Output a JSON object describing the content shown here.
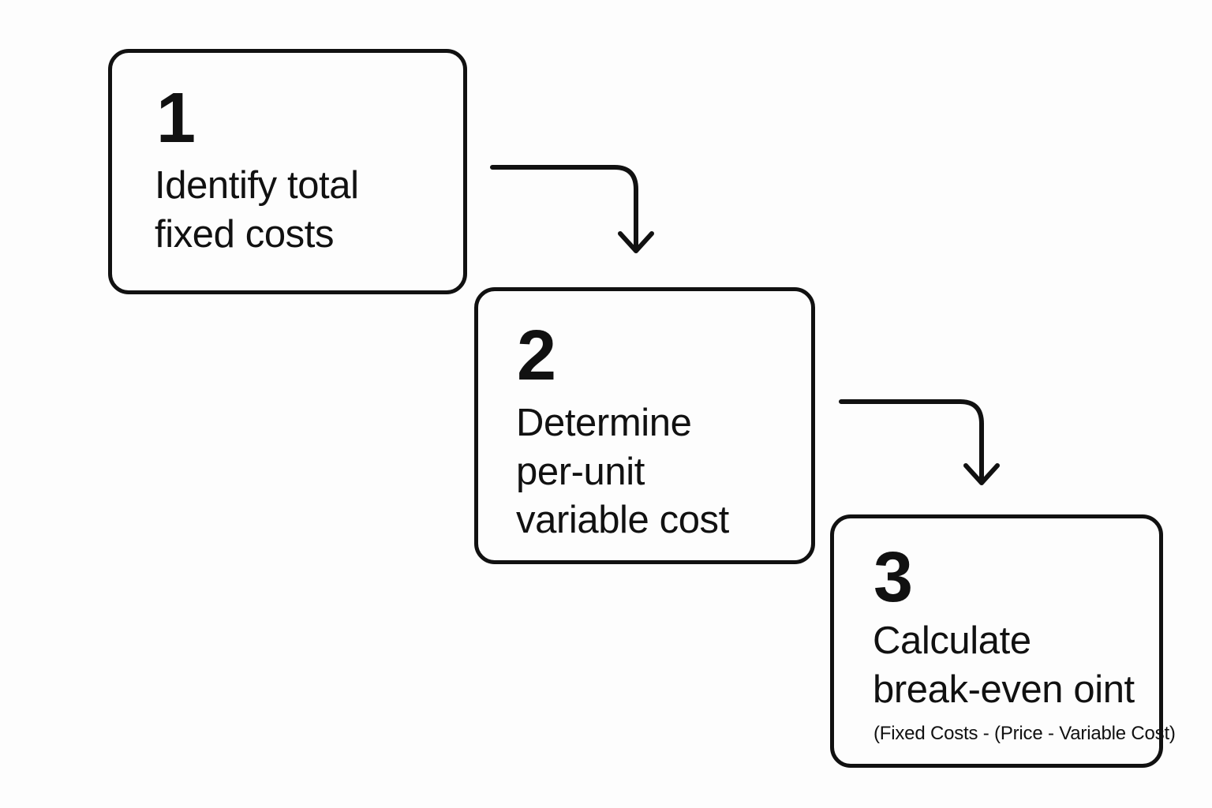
{
  "diagram": {
    "background_color": "#fdfdfd",
    "stroke_color": "#111111",
    "steps": [
      {
        "number": "1",
        "title": "Identify total\nfixed costs",
        "formula": ""
      },
      {
        "number": "2",
        "title": "Determine\nper-unit\nvariable cost",
        "formula": ""
      },
      {
        "number": "3",
        "title": "Calculate\nbreak-even oint",
        "formula": "(Fixed Costs - (Price - Variable Cost)"
      }
    ],
    "connectors": [
      {
        "name": "arrow-step1-to-step2",
        "glyph": "elbow-arrow-down"
      },
      {
        "name": "arrow-step2-to-step3",
        "glyph": "elbow-arrow-down"
      }
    ]
  }
}
